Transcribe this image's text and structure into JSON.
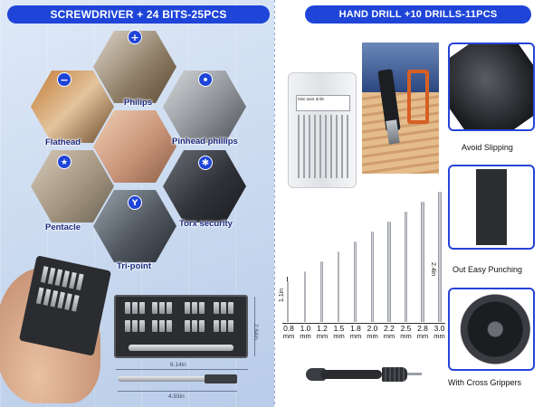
{
  "left": {
    "banner": "SCREWDRIVER + 24 BITS-25PCS",
    "bit_types": [
      {
        "label": "Philips",
        "icon": "plus-icon",
        "glyph": "+"
      },
      {
        "label": "Flathead",
        "icon": "minus-icon",
        "glyph": "−"
      },
      {
        "label": "Pinhead phillips",
        "icon": "dot-icon",
        "glyph": "•"
      },
      {
        "label": "Pentacle",
        "icon": "star-icon",
        "glyph": "★"
      },
      {
        "label": "Torx security",
        "icon": "torx-icon",
        "glyph": "✱"
      },
      {
        "label": "Tri-point",
        "icon": "tri-point-icon",
        "glyph": "Y"
      }
    ],
    "dimensions": {
      "height": "2.64in",
      "width": "6.14in",
      "driver_length": "4.93in"
    }
  },
  "right": {
    "banner": "HAND DRILL +10 DRILLS-11PCS",
    "pack_tag": "Mini twist drills",
    "features": [
      "Avoid Slipping",
      "Out Easy Punching",
      "With Cross Grippers"
    ],
    "drill_sizes": [
      "0.8",
      "1.0",
      "1.2",
      "1.5",
      "1.8",
      "2.0",
      "2.2",
      "2.5",
      "2.8",
      "3.0"
    ],
    "unit": "mm",
    "ruler": {
      "left": "1.1in",
      "right": "2.4in"
    }
  },
  "colors": {
    "accent": "#1e44d8",
    "border": "#2744d8",
    "label": "#1c2a80"
  }
}
